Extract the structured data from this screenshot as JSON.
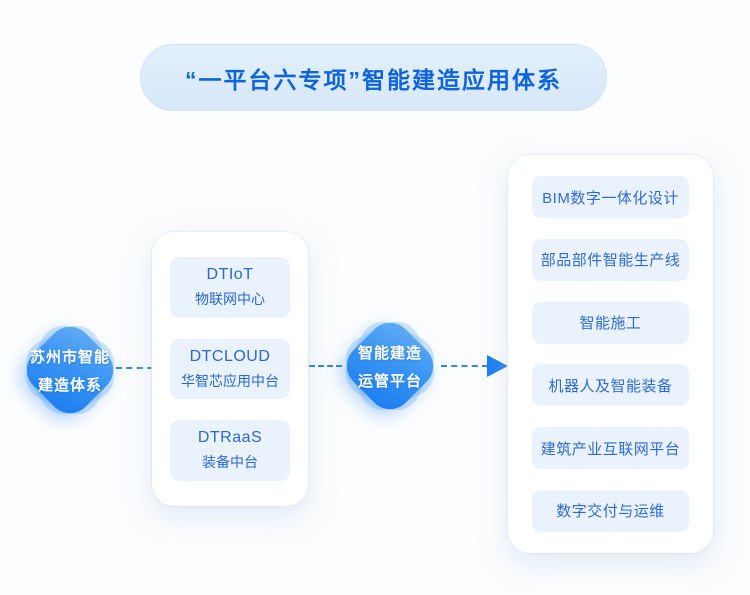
{
  "title": {
    "text": "“一平台六专项”智能建造应用体系"
  },
  "nodes": {
    "left": {
      "line1": "苏州市智能",
      "line2": "建造体系"
    },
    "middle": {
      "line1": "智能建造",
      "line2": "运管平台"
    }
  },
  "platform_card": {
    "items": [
      {
        "en": "DTIoT",
        "zh": "物联网中心"
      },
      {
        "en": "DTCLOUD",
        "zh": "华智芯应用中台"
      },
      {
        "en": "DTRaaS",
        "zh": "装备中台"
      }
    ]
  },
  "modules_card": {
    "items": [
      "BIM数字一体化设计",
      "部品部件智能生产线",
      "智能施工",
      "机器人及智能装备",
      "建筑产业互联网平台",
      "数字交付与运维"
    ]
  },
  "colors": {
    "accent_blue": "#1b7cf2",
    "title_text": "#0e63de",
    "title_pill_bg": "#d9e9fb",
    "box_bg": "#e9f2fd",
    "box_text": "#2e6bd8",
    "node_gradient_top": "#66aef5",
    "node_gradient_bottom": "#1b7cf2",
    "connector": "#2f86f0"
  }
}
